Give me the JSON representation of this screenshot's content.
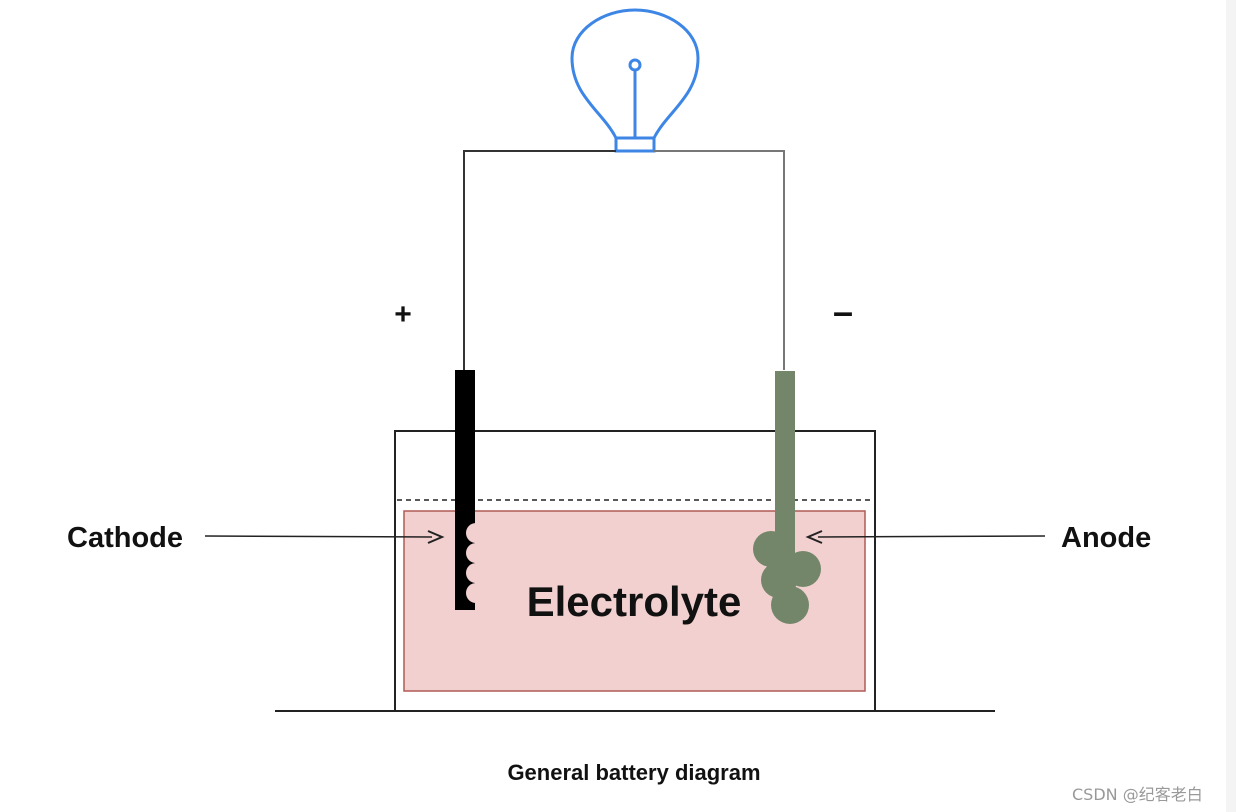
{
  "labels": {
    "plus": "+",
    "minus": "–",
    "cathode": "Cathode",
    "anode": "Anode",
    "electrolyte": "Electrolyte",
    "caption": "General battery diagram",
    "watermark": "CSDN @纪客老白"
  },
  "colors": {
    "bulb": "#3d86e6",
    "wire": "#333333",
    "cathode": "#000000",
    "anode": "#73866a",
    "electrolyte_fill": "#f1d0cf",
    "electrolyte_border": "#b05a55"
  }
}
